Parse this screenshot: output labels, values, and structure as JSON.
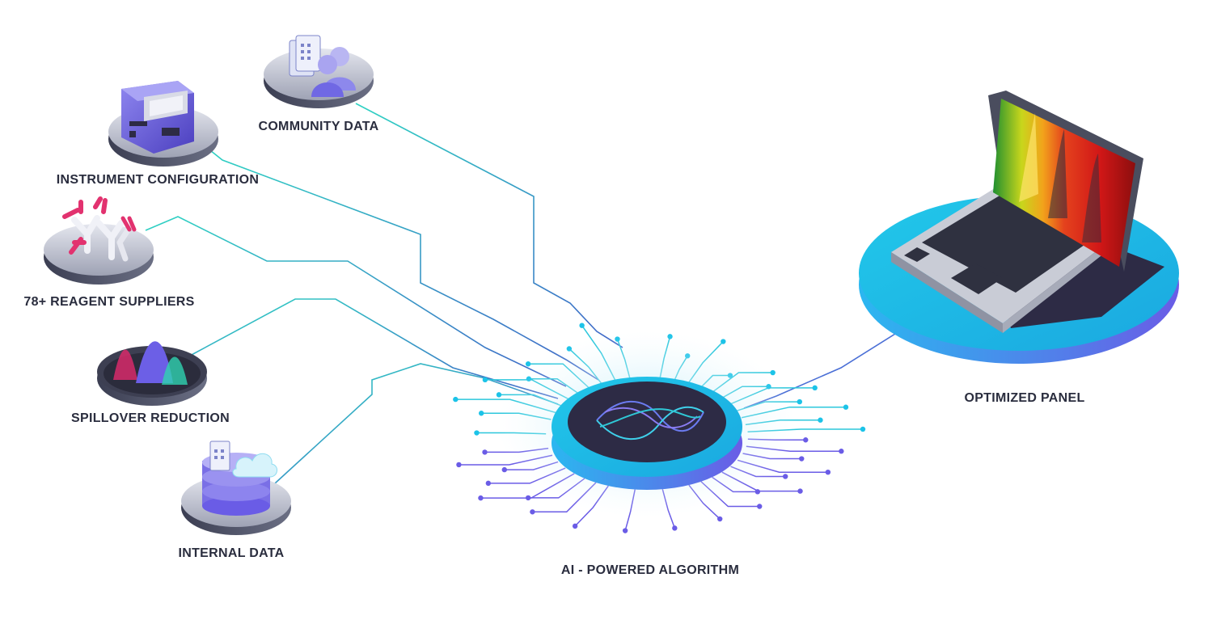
{
  "labels": {
    "community_data": "COMMUNITY DATA",
    "instrument_configuration": "INSTRUMENT CONFIGURATION",
    "reagent_suppliers": "78+ REAGENT SUPPLIERS",
    "spillover_reduction": "SPILLOVER REDUCTION",
    "internal_data": "INTERNAL DATA",
    "algorithm": "AI - POWERED ALGORITHM",
    "optimized_panel": "OPTIMIZED PANEL"
  },
  "colors": {
    "teal_line": "#2fd3c3",
    "blue_line": "#3f63c8",
    "purple": "#6a5ce6",
    "cyan_platform": "#1cc3e8",
    "dark_core": "#2d2b45",
    "label_text": "#2a2d3e"
  },
  "icons": {
    "community": "document-people-icon",
    "instrument": "cytometer-instrument-icon",
    "reagents": "antibody-icon",
    "spillover": "spectrum-peaks-icon",
    "internal": "database-cloud-icon",
    "algorithm": "wave-logo-icon",
    "panel": "laptop-spectrum-icon"
  }
}
